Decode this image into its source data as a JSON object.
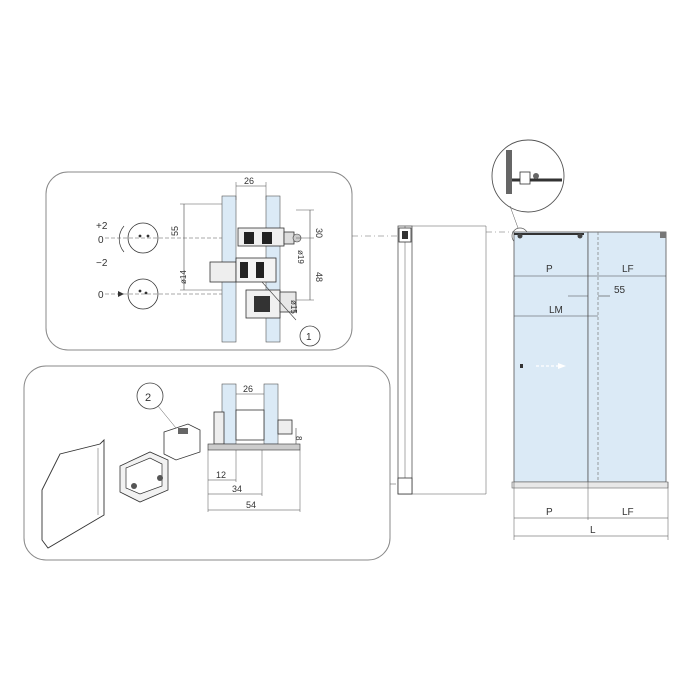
{
  "colors": {
    "glass": "#dbeaf6",
    "line": "#333333",
    "panel_border": "#888888"
  },
  "detail_top": {
    "dims": {
      "w26": "26",
      "h30": "30",
      "h55": "55",
      "h48": "48",
      "d19": "ø19",
      "d14": "ø14",
      "d15": "ø15"
    },
    "adjust": {
      "plus": "+2",
      "zero": "0",
      "minus": "−2",
      "zero2": "0"
    },
    "callout": "1"
  },
  "detail_bottom": {
    "dims": {
      "w26": "26",
      "h8": "8",
      "w12": "12",
      "w34": "34",
      "w54": "54"
    },
    "callout": "2"
  },
  "elevation": {
    "labels": {
      "p_top": "P",
      "lf_top": "LF",
      "gap": "55",
      "lm": "LM",
      "p_bottom": "P",
      "lf_bottom": "LF",
      "l": "L"
    }
  }
}
